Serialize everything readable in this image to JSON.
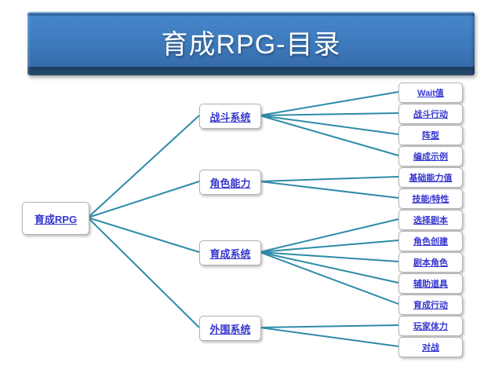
{
  "banner": {
    "title": "育成RPG-目录"
  },
  "colors": {
    "line": "#2E8BA8",
    "link_text": "#3636CF",
    "banner_body": "#3D79BB",
    "banner_dark_strip": "#1D3D62",
    "node_border": "#B3B3B3"
  },
  "tree": {
    "root": {
      "label": "育成RPG"
    },
    "branches": [
      {
        "label": "战斗系统",
        "children": [
          {
            "label": "Wait值"
          },
          {
            "label": "战斗行动"
          },
          {
            "label": "阵型"
          },
          {
            "label": "编成示例"
          }
        ]
      },
      {
        "label": "角色能力",
        "children": [
          {
            "label": "基础能力值"
          },
          {
            "label": "技能/特性"
          }
        ]
      },
      {
        "label": "育成系统",
        "children": [
          {
            "label": "选择剧本"
          },
          {
            "label": "角色创建"
          },
          {
            "label": "剧本角色"
          },
          {
            "label": "辅助道具"
          },
          {
            "label": "育成行动"
          }
        ]
      },
      {
        "label": "外围系统",
        "children": [
          {
            "label": "玩家体力"
          },
          {
            "label": "对战"
          }
        ]
      }
    ]
  }
}
